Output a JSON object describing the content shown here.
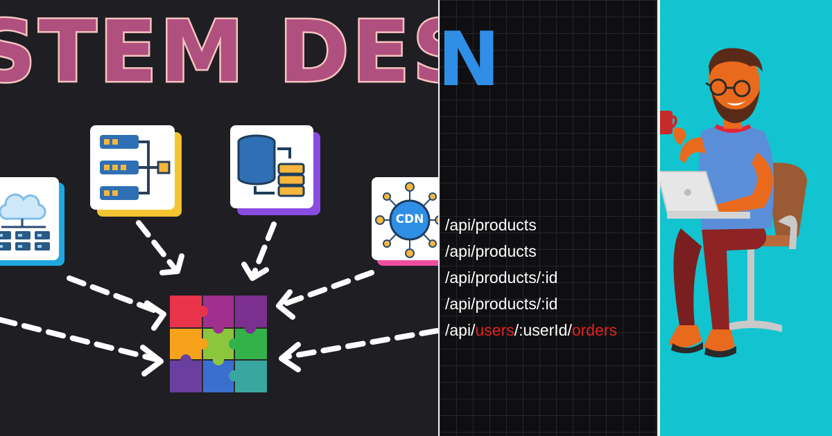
{
  "banner": {
    "title": "STEM DESIG",
    "title_accent": "N"
  },
  "cards": {
    "cloud_cluster": {
      "icon": "cloud-server-icon"
    },
    "queue": {
      "icon": "queue-flow-icon"
    },
    "database": {
      "icon": "database-icon"
    },
    "cdn": {
      "icon": "cdn-network-icon",
      "label": "CDN"
    }
  },
  "puzzle": {
    "icon": "puzzle-icon"
  },
  "routes": {
    "r1": "/api/products",
    "r2": "/api/products",
    "r3": "/api/products/:id",
    "r4": "/api/products/:id",
    "r5": {
      "p1": "/api/",
      "p2": "users",
      "p3": "/:userId/",
      "p4": "orders"
    }
  },
  "colors": {
    "title_fill": "#b0507e",
    "title_outline": "#f5c4c0",
    "accent_blue": "#2f8fe6",
    "route_highlight": "#e0241f",
    "right_bg": "#12c4cf"
  },
  "illustration": {
    "icon": "developer-with-laptop-illustration"
  }
}
